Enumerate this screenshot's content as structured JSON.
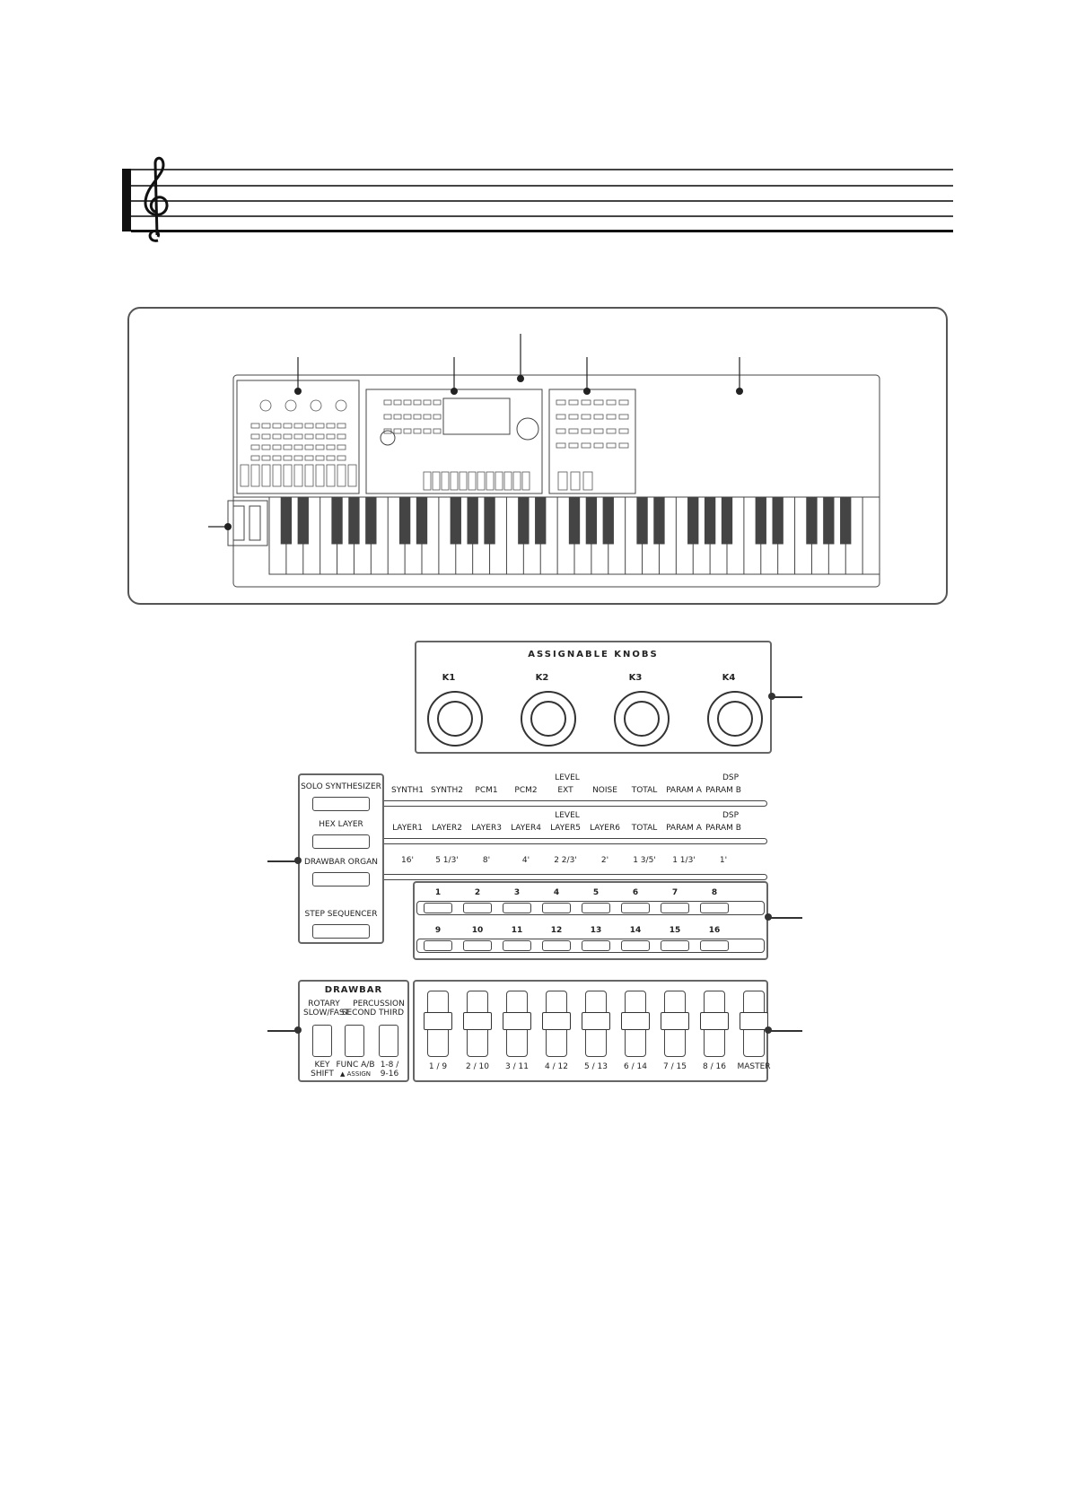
{
  "knobs_panel": {
    "title": "ASSIGNABLE KNOBS",
    "knobs": [
      "K1",
      "K2",
      "K3",
      "K4"
    ]
  },
  "mode_panel": {
    "mode_buttons": [
      "SOLO SYNTHESIZER",
      "HEX LAYER",
      "DRAWBAR ORGAN",
      "STEP SEQUENCER"
    ],
    "row1": {
      "level_header": "LEVEL",
      "dsp_header": "DSP",
      "labels": [
        "SYNTH1",
        "SYNTH2",
        "PCM1",
        "PCM2",
        "EXT",
        "NOISE",
        "TOTAL",
        "PARAM A",
        "PARAM B"
      ]
    },
    "row2": {
      "level_header": "LEVEL",
      "dsp_header": "DSP",
      "labels": [
        "LAYER1",
        "LAYER2",
        "LAYER3",
        "LAYER4",
        "LAYER5",
        "LAYER6",
        "TOTAL",
        "PARAM A",
        "PARAM B"
      ]
    },
    "row3": {
      "labels": [
        "16'",
        "5 1/3'",
        "8'",
        "4'",
        "2 2/3'",
        "2'",
        "1 3/5'",
        "1 1/3'",
        "1'"
      ]
    }
  },
  "step_panel": {
    "top_numbers": [
      "1",
      "2",
      "3",
      "4",
      "5",
      "6",
      "7",
      "8"
    ],
    "bottom_numbers": [
      "9",
      "10",
      "11",
      "12",
      "13",
      "14",
      "15",
      "16"
    ]
  },
  "drawbar_panel": {
    "title": "DRAWBAR",
    "rotary": "ROTARY",
    "slow_fast": "SLOW/FAST",
    "percussion": "PERCUSSION",
    "second": "SECOND",
    "third": "THIRD",
    "key_shift_1": "KEY",
    "key_shift_2": "SHIFT",
    "func": "FUNC A/B",
    "assign": "ASSIGN",
    "range_1": "1-8 /",
    "range_2": "9-16"
  },
  "slider_panel": {
    "labels": [
      "1 / 9",
      "2 / 10",
      "3 / 11",
      "4 / 12",
      "5 / 13",
      "6 / 14",
      "7 / 15",
      "8 / 16",
      "MASTER"
    ]
  },
  "icons": [
    "treble-clef-icon",
    "keyboard-illustration"
  ]
}
